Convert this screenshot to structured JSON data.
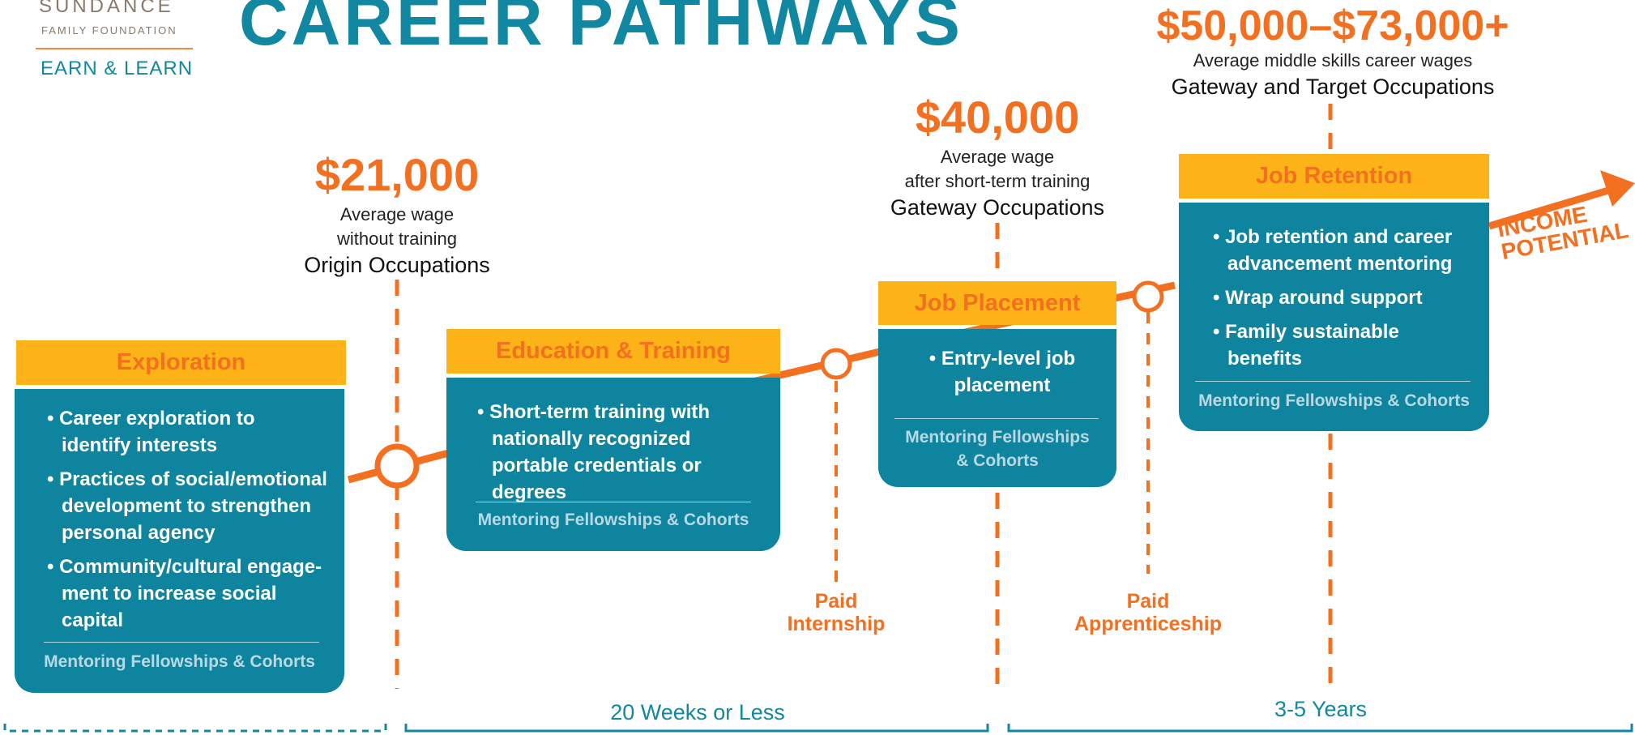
{
  "brand": {
    "name": "SUNDANCE",
    "subtitle": "FAMILY FOUNDATION",
    "tagline": "EARN & LEARN"
  },
  "title": "CAREER PATHWAYS",
  "milestones": {
    "origin": {
      "amount": "$21,000",
      "desc": [
        "Average wage",
        "without training"
      ],
      "occupation": "Origin Occupations"
    },
    "gateway": {
      "amount": "$40,000",
      "desc": [
        "Average wage",
        "after short-term training"
      ],
      "occupation": "Gateway Occupations"
    },
    "target": {
      "amount": "$50,000–$73,000+",
      "desc": [
        "Average middle skills career wages"
      ],
      "occupation": "Gateway and Target Occupations"
    }
  },
  "stages": {
    "exploration": {
      "title": "Exploration",
      "bullets": [
        "Career exploration to identify interests",
        "Practices of social/emotional development to strengthen personal agency",
        "Community/cultural engage-ment to increase social capital"
      ],
      "mentoring": "Mentoring Fellowships & Cohorts"
    },
    "education": {
      "title": "Education & Training",
      "bullets": [
        "Short-term training with nationally recognized portable credentials or degrees"
      ],
      "mentoring": "Mentoring Fellowships & Cohorts"
    },
    "placement": {
      "title": "Job Placement",
      "bullets": [
        "Entry-level job placement"
      ],
      "mentoring": "Mentoring Fellowships & Cohorts"
    },
    "retention": {
      "title": "Job Retention",
      "bullets": [
        "Job retention and career advancement mentoring",
        "Wrap around support",
        "Family sustainable benefits"
      ],
      "mentoring": "Mentoring Fellowships & Cohorts"
    }
  },
  "connectors": {
    "internship": [
      "Paid",
      "Internship"
    ],
    "apprenticeship": [
      "Paid",
      "Apprenticeship"
    ]
  },
  "timeline": {
    "short": "20 Weeks or Less",
    "long": "3-5 Years"
  },
  "income": [
    "INCOME",
    "POTENTIAL"
  ],
  "colors": {
    "teal": "#0f849f",
    "orange": "#f37021",
    "gold": "#fbb318"
  }
}
